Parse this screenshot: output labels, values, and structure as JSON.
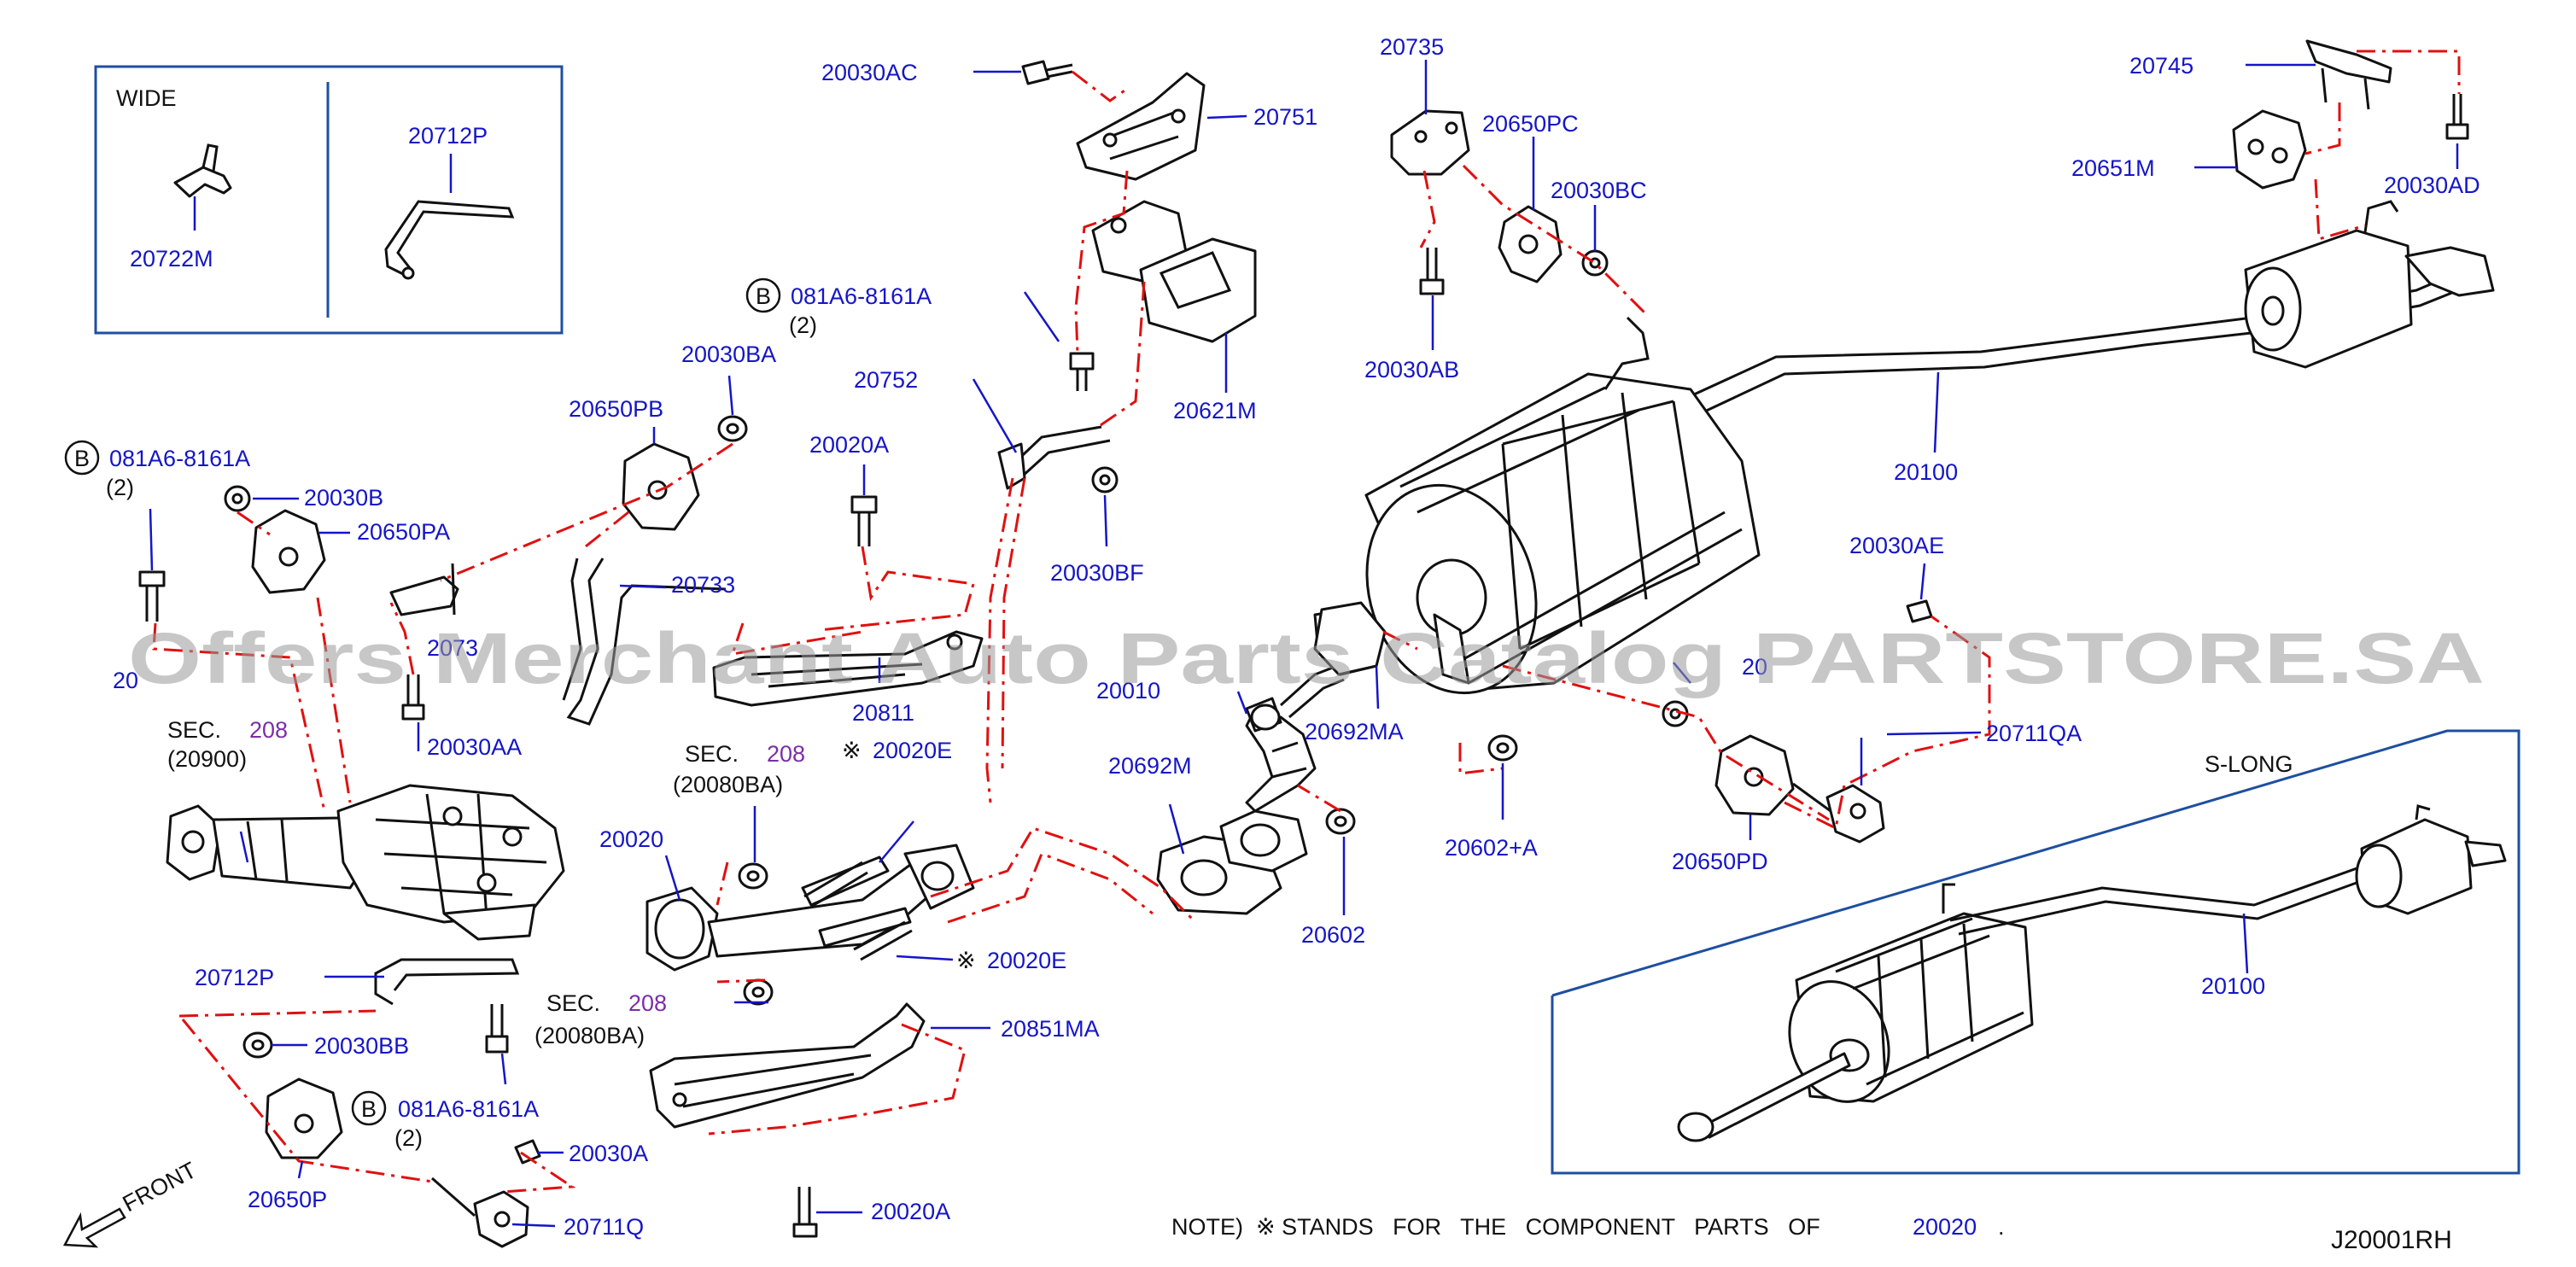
{
  "inset_wide": {
    "title": "WIDE",
    "part_a": "20722M",
    "part_b": "20712P"
  },
  "inset_slong": {
    "title": "S-LONG",
    "part": "20100"
  },
  "labels": {
    "p20030AC": "20030AC",
    "p20751": "20751",
    "p20735": "20735",
    "p20650PC": "20650PC",
    "p20745": "20745",
    "p20651M": "20651M",
    "p20030AD": "20030AD",
    "p20030BC": "20030BC",
    "b1": "081A6-8161A",
    "b1q": "(2)",
    "p20030BA": "20030BA",
    "p20621M": "20621M",
    "p20030AB": "20030AB",
    "p20752": "20752",
    "p20650PB": "20650PB",
    "p20020A": "20020A",
    "p20100": "20100",
    "b2": "081A6-8161A",
    "b2q": "(2)",
    "p20030B": "20030B",
    "p20650PA": "20650PA",
    "p20030BF": "20030BF",
    "p20733": "20733",
    "p20030AE": "20030AE",
    "p20731_partial": "2073",
    "p20722M_partial": "20",
    "p20811": "20811",
    "p20010": "20010",
    "p20692MA": "20692MA",
    "p20650BF_partial": "20",
    "p20711QA": "20711QA",
    "sec1": "SEC.",
    "sec1n": "208",
    "sec1c": "(20900)",
    "p20030AA": "20030AA",
    "sec2": "SEC.",
    "sec2n": "208",
    "sec2c": "(20080BA)",
    "mark1": "※",
    "p20020E_1": "20020E",
    "p20692M": "20692M",
    "p20602_plus": "20602+A",
    "p20650PD": "20650PD",
    "p20020": "20020",
    "mark2": "※",
    "p20020E_2": "20020E",
    "p20602": "20602",
    "p20712P": "20712P",
    "sec3": "SEC.",
    "sec3n": "208",
    "sec3c": "(20080BA)",
    "p20851MA": "20851MA",
    "p20030BB": "20030BB",
    "b3": "081A6-8161A",
    "b3q": "(2)",
    "p20030A": "20030A",
    "p20650P": "20650P",
    "p20711Q": "20711Q",
    "p20020A_2": "20020A",
    "front": "FRONT",
    "note": "NOTE)  ※ STANDS   FOR   THE   COMPONENT   PARTS   OF",
    "note_part": "20020",
    "note_end": ".",
    "code": "J20001RH",
    "circle_b": "B"
  },
  "watermark": "Offers Merchant Auto Parts Catalog PARTSTORE.SA",
  "colors": {
    "part_number": "#1515c8",
    "reference": "#7a2ea8",
    "dash_line": "#e01010",
    "frame": "#1e4fa0"
  }
}
